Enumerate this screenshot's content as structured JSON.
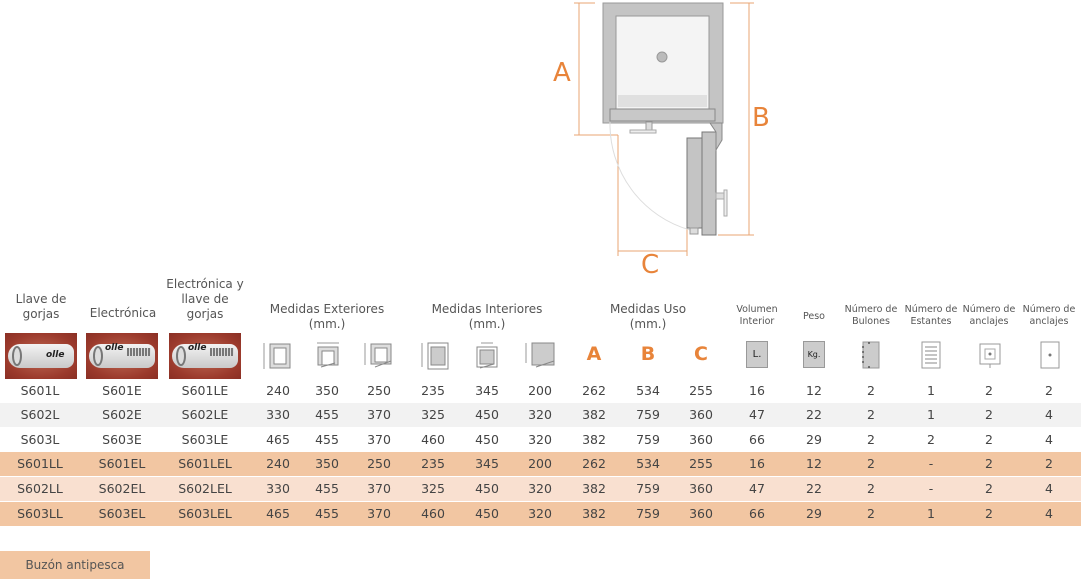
{
  "diagram": {
    "label_a": "A",
    "label_b": "B",
    "label_c": "C",
    "accent": "#e8843a"
  },
  "headers": {
    "llave": "Llave de gorjas",
    "electronica": "Electrónica",
    "electronica_llave": "Electrónica y llave de gorjas",
    "exteriores": "Medidas Exteriores (mm.)",
    "interiores": "Medidas Interiores (mm.)",
    "uso": "Medidas Uso (mm.)",
    "a": "A",
    "b": "B",
    "c": "C",
    "volumen": "Volumen Interior",
    "peso": "Peso",
    "bulones": "Número de Bulones",
    "estantes": "Número de Estantes",
    "anclajes1": "Número de anclajes",
    "anclajes2": "Número de anclajes",
    "litros_icon_text": "L.",
    "kg_icon_text": "Kg."
  },
  "rows": [
    {
      "c": [
        "S601L",
        "S601E",
        "S601LE",
        "240",
        "350",
        "250",
        "235",
        "345",
        "200",
        "262",
        "534",
        "255",
        "16",
        "12",
        "2",
        "1",
        "2",
        "2"
      ],
      "bg": "#ffffff"
    },
    {
      "c": [
        "S602L",
        "S602E",
        "S602LE",
        "330",
        "455",
        "370",
        "325",
        "450",
        "320",
        "382",
        "759",
        "360",
        "47",
        "22",
        "2",
        "1",
        "2",
        "4"
      ],
      "bg": "#f2f2f2"
    },
    {
      "c": [
        "S603L",
        "S603E",
        "S603LE",
        "465",
        "455",
        "370",
        "460",
        "450",
        "320",
        "382",
        "759",
        "360",
        "66",
        "29",
        "2",
        "2",
        "2",
        "4"
      ],
      "bg": "#ffffff"
    },
    {
      "c": [
        "S601LL",
        "S601EL",
        "S601LEL",
        "240",
        "350",
        "250",
        "235",
        "345",
        "200",
        "262",
        "534",
        "255",
        "16",
        "12",
        "2",
        "-",
        "2",
        "2"
      ],
      "bg": "#f2c6a2"
    },
    {
      "c": [
        "S602LL",
        "S602EL",
        "S602LEL",
        "330",
        "455",
        "370",
        "325",
        "450",
        "320",
        "382",
        "759",
        "360",
        "47",
        "22",
        "2",
        "-",
        "2",
        "4"
      ],
      "bg": "#f9e0d0"
    },
    {
      "c": [
        "S603LL",
        "S603EL",
        "S603LEL",
        "465",
        "455",
        "370",
        "460",
        "450",
        "320",
        "382",
        "759",
        "360",
        "66",
        "29",
        "2",
        "1",
        "2",
        "4"
      ],
      "bg": "#f2c6a2"
    }
  ],
  "footer": {
    "button": "Buzón antipesca"
  }
}
